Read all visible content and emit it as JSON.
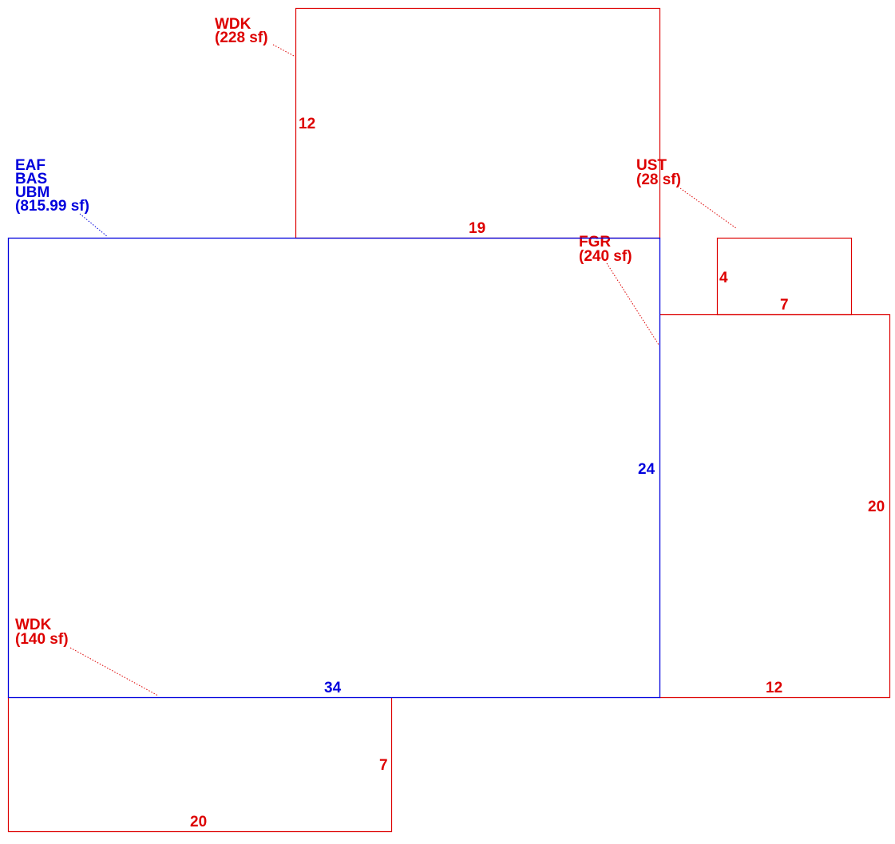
{
  "colors": {
    "main": "#0000dd",
    "addition": "#dd0000"
  },
  "areas": {
    "main": {
      "codes": [
        "EAF",
        "BAS",
        "UBM"
      ],
      "area": "(815.99 sf)",
      "width_label": "34",
      "depth_label": "24"
    },
    "rear_deck": {
      "code": "WDK",
      "area": "(228 sf)",
      "width_label": "19",
      "depth_label": "12"
    },
    "front_deck": {
      "code": "WDK",
      "area": "(140 sf)",
      "width_label": "20",
      "depth_label": "7"
    },
    "garage": {
      "code": "FGR",
      "area": "(240 sf)",
      "width_label": "12",
      "depth_label": "20"
    },
    "storage": {
      "code": "UST",
      "area": "(28 sf)",
      "width_label": "7",
      "depth_label": "4"
    }
  }
}
